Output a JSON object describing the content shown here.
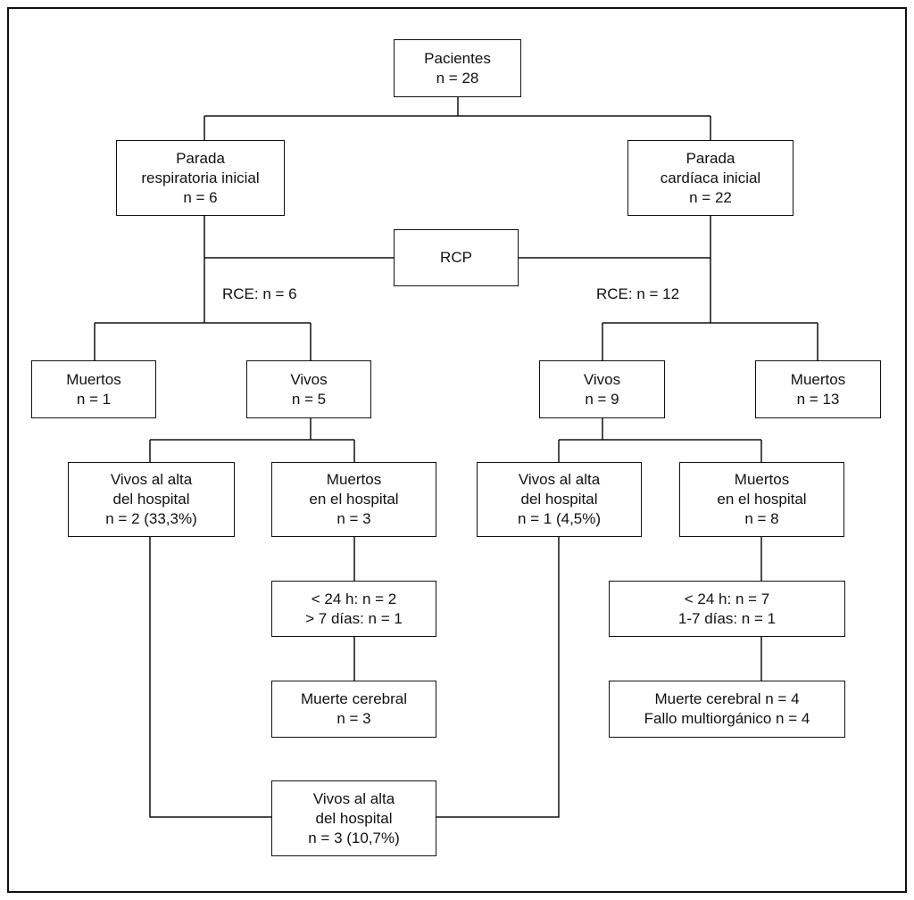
{
  "nodes": {
    "pacientes": [
      "Pacientes",
      "n = 28"
    ],
    "parada_resp": [
      "Parada",
      "respiratoria inicial",
      "n = 6"
    ],
    "parada_card": [
      "Parada",
      "cardíaca inicial",
      "n = 22"
    ],
    "rcp": [
      "RCP"
    ],
    "muertos_left": [
      "Muertos",
      "n = 1"
    ],
    "vivos_left": [
      "Vivos",
      "n = 5"
    ],
    "vivos_right": [
      "Vivos",
      "n = 9"
    ],
    "muertos_right": [
      "Muertos",
      "n = 13"
    ],
    "vivos_alta_left": [
      "Vivos al alta",
      "del hospital",
      "n = 2 (33,3%)"
    ],
    "muertos_hosp_left": [
      "Muertos",
      "en el hospital",
      "n = 3"
    ],
    "vivos_alta_right": [
      "Vivos al alta",
      "del hospital",
      "n = 1 (4,5%)"
    ],
    "muertos_hosp_right": [
      "Muertos",
      "en el hospital",
      "n = 8"
    ],
    "tiempo_left": [
      "< 24 h: n = 2",
      "> 7 días: n = 1"
    ],
    "tiempo_right": [
      "< 24 h: n = 7",
      "1-7 días: n = 1"
    ],
    "causa_left": [
      "Muerte cerebral",
      "n = 3"
    ],
    "causa_right": [
      "Muerte cerebral n = 4",
      "Fallo multiorgánico n = 4"
    ],
    "vivos_alta_total": [
      "Vivos al alta",
      "del hospital",
      "n = 3 (10,7%)"
    ]
  },
  "labels": {
    "rce_left": "RCE: n = 6",
    "rce_right": "RCE: n = 12"
  }
}
